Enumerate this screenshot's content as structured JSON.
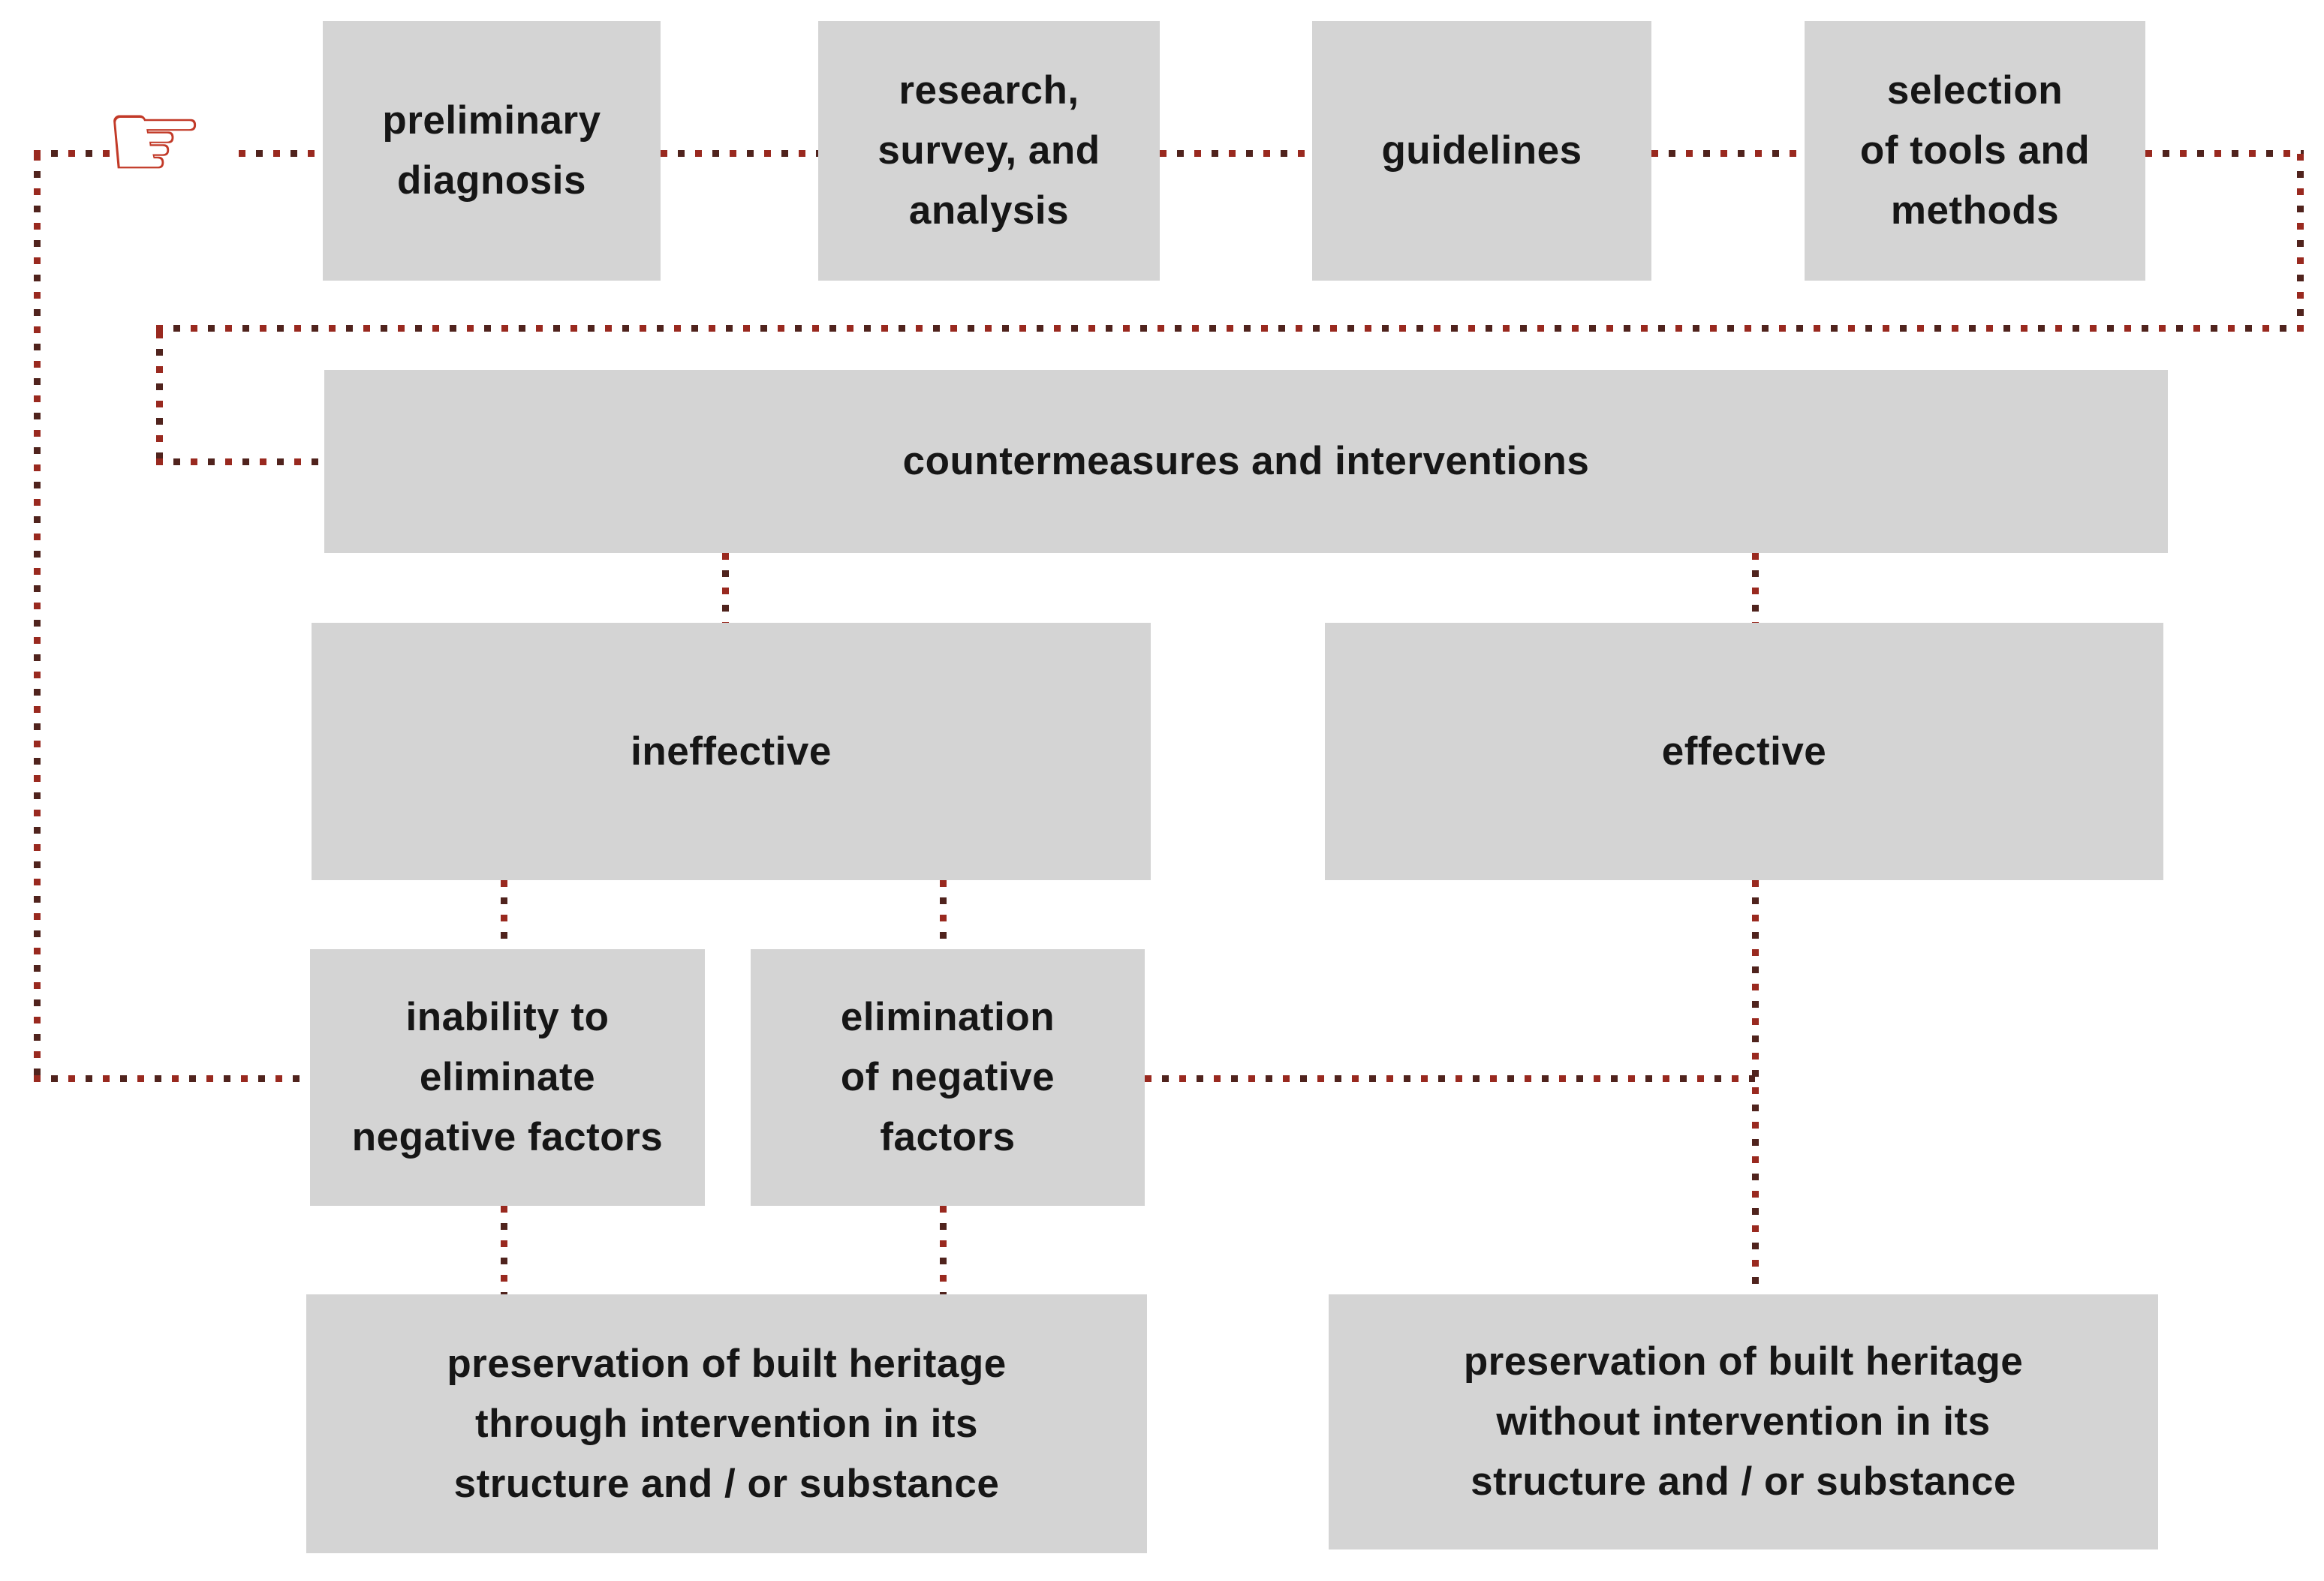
{
  "diagram": {
    "hand_icon_glyph": "☞",
    "nodes": {
      "preliminary": {
        "label": "preliminary\ndiagnosis"
      },
      "research": {
        "label": "research,\nsurvey, and\nanalysis"
      },
      "guidelines": {
        "label": "guidelines"
      },
      "selection": {
        "label": "selection\nof tools and\nmethods"
      },
      "countermeasures": {
        "label": "countermeasures and interventions"
      },
      "ineffective": {
        "label": "ineffective"
      },
      "effective": {
        "label": "effective"
      },
      "inability": {
        "label": "inability to\neliminate\nnegative factors"
      },
      "elimination": {
        "label": "elimination\nof negative\nfactors"
      },
      "preservation_through": {
        "label": "preservation of built heritage\nthrough intervention in its\nstructure and / or substance"
      },
      "preservation_without": {
        "label": "preservation of built heritage\nwithout intervention in its\nstructure and / or substance"
      }
    },
    "colors": {
      "background": "#ffffff",
      "box_fill": "#d4d4d4",
      "text": "#161616",
      "dot_primary": "#99291f",
      "dot_secondary": "#50231d",
      "hand": "#c23a28"
    }
  }
}
